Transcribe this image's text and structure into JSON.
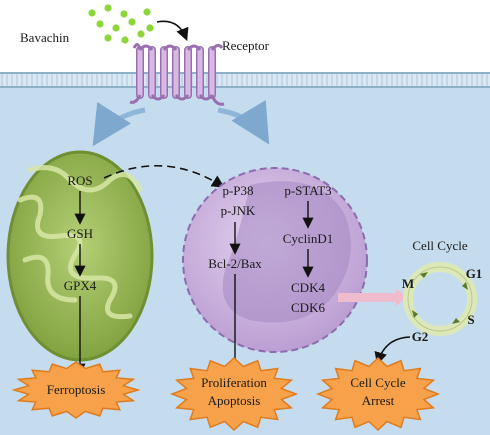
{
  "ligand": {
    "label": "Bavachin",
    "color": "#8cd63a"
  },
  "receptor": {
    "label": "Receptor",
    "color": "#c9a3d6"
  },
  "mitochondrion": {
    "items": [
      "ROS",
      "GSH",
      "GPX4"
    ],
    "color": "#8fb04d"
  },
  "cell": {
    "left_items": [
      "p-P38",
      "p-JNK",
      "Bcl-2/Bax"
    ],
    "right_items": [
      "p-STAT3",
      "CyclinD1",
      "CDK4",
      "CDK6"
    ],
    "color": "#b89ad1"
  },
  "cell_cycle": {
    "title": "Cell Cycle",
    "phases": [
      "M",
      "G1",
      "S",
      "G2"
    ],
    "color": "#dde8b8"
  },
  "outcomes": {
    "ferroptosis": "Ferroptosis",
    "proliferation": "Proliferation",
    "apoptosis": "Apoptosis",
    "arrest_line1": "Cell Cycle",
    "arrest_line2": "Arrest",
    "color": "#f7a24a"
  },
  "background": {
    "top": "#ffffff",
    "cytoplasm": "#c5dcee",
    "membrane": "#a9c6dc"
  }
}
